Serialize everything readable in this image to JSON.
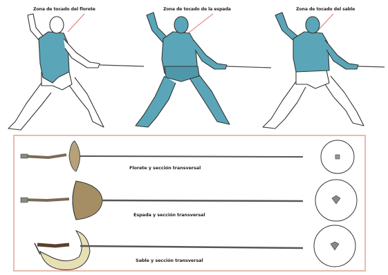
{
  "figures": [
    {
      "target_label": "Zona de tocado del florete"
    },
    {
      "target_label": "Zona de tocado de la espada"
    },
    {
      "target_label": "Zona de tocado del sable"
    }
  ],
  "weapons": [
    {
      "caption": "Florete y sección transversal"
    },
    {
      "caption": "Espada y sección transversal"
    },
    {
      "caption": "Sable y sección transversal"
    }
  ],
  "colors": {
    "target_zone": "#5aa6b8",
    "frame": "#e3a291",
    "blade": "#555555",
    "guard_sabre": "#e7e0b4",
    "guard_epee": "#a58e64"
  }
}
